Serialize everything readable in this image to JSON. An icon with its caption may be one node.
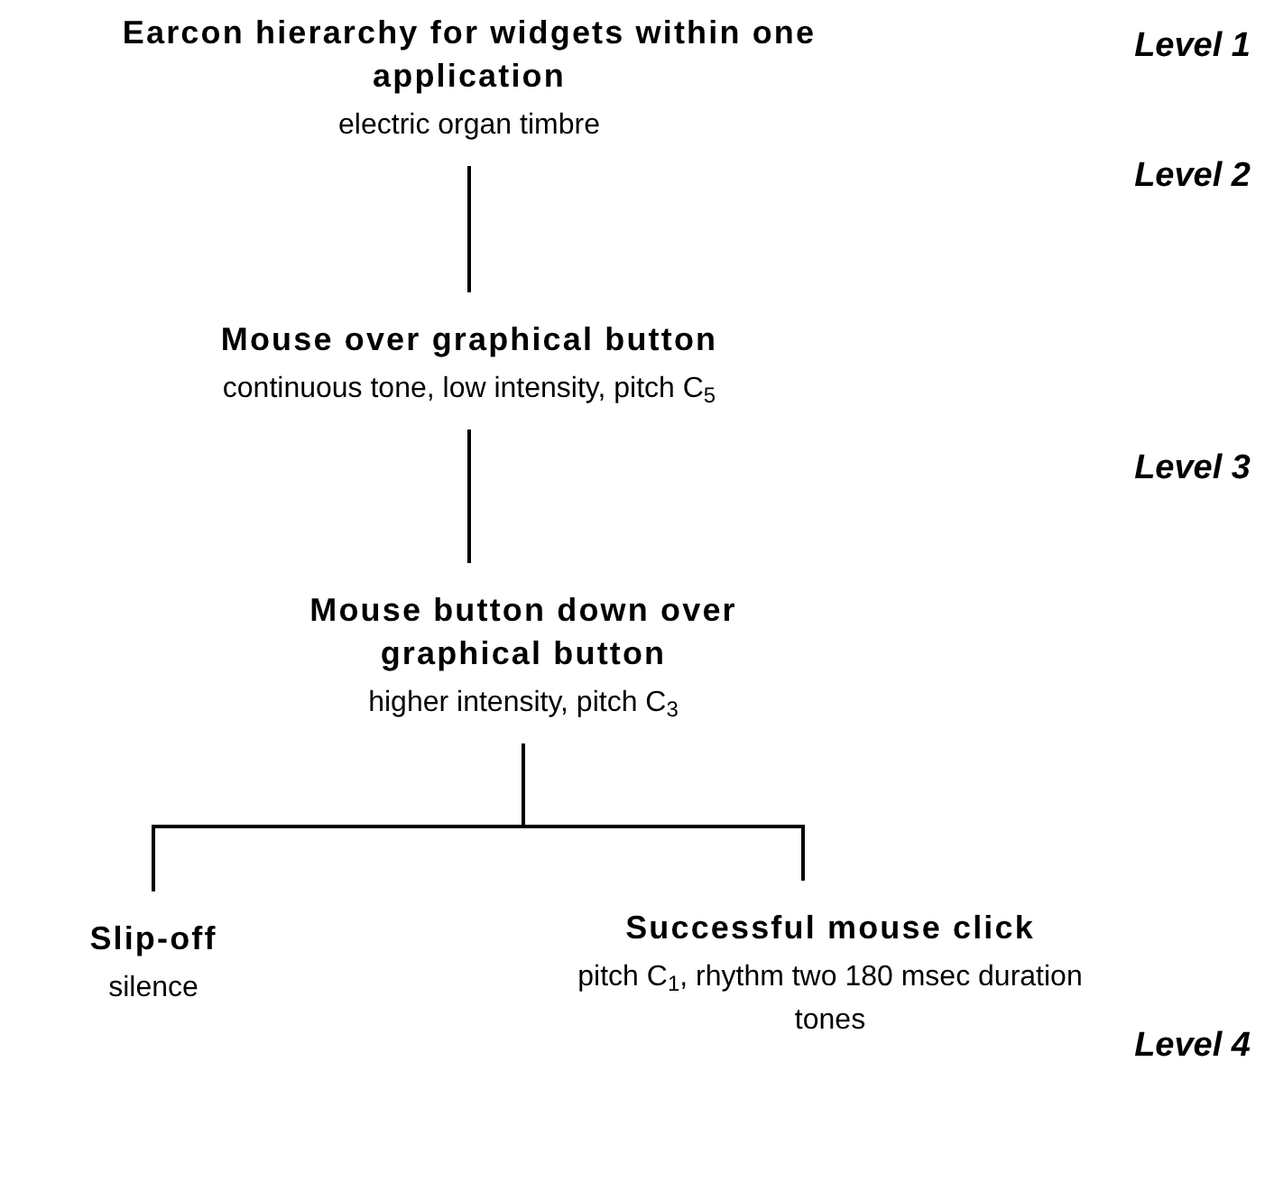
{
  "diagram": {
    "nodes": [
      {
        "text": [
          "Earcon hierarchy for widgets within one application",
          "electric organ timbre"
        ]
      },
      {
        "text": [
          "Mouse over graphical button",
          "continuous tone, low intensity, pitch C$_{5}$"
        ]
      },
      {
        "text": [
          "Mouse button down over graphical button",
          "higher intensity, pitch C$_{3}$"
        ]
      },
      {
        "text": [
          "Slip-off",
          "silence"
        ]
      },
      {
        "text": [
          "Successful mouse click",
          "pitch C$_{1}$, rhythm two 180 msec duration tones"
        ]
      }
    ],
    "edges": [
      {
        "from": 0,
        "to": 1,
        "arrow": "none"
      },
      {
        "from": 1,
        "to": 2,
        "arrow": "none"
      },
      {
        "from": 2,
        "to": 3,
        "arrow": "none"
      },
      {
        "from": 2,
        "to": 4,
        "arrow": "none"
      }
    ],
    "labels": [
      "Level 1",
      "Level 2",
      "Level 3",
      "Level 4"
    ]
  }
}
